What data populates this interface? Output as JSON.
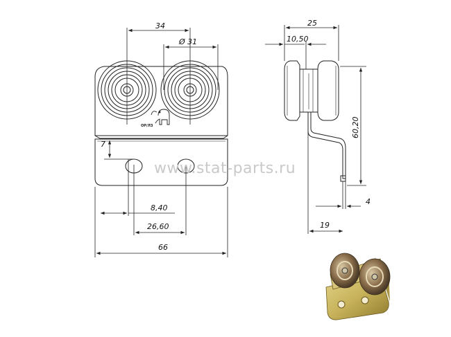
{
  "watermark": "www.stat-parts.ru",
  "stamp": "ОР/ЛЗ",
  "dimensions": {
    "wheel_spacing": "34",
    "wheel_diameter": "Ø 31",
    "total_depth": "25",
    "wheel_width": "10,50",
    "hole_offset": "7",
    "total_height": "60,20",
    "hole_first": "8,40",
    "hole_spacing": "26,60",
    "total_width": "66",
    "plate_thickness": "4",
    "bracket_offset": "19"
  },
  "colors": {
    "line": "#222222",
    "watermark": "#c9c9c9",
    "brass": "#c7b25a",
    "roller": "#8a6d4a"
  }
}
